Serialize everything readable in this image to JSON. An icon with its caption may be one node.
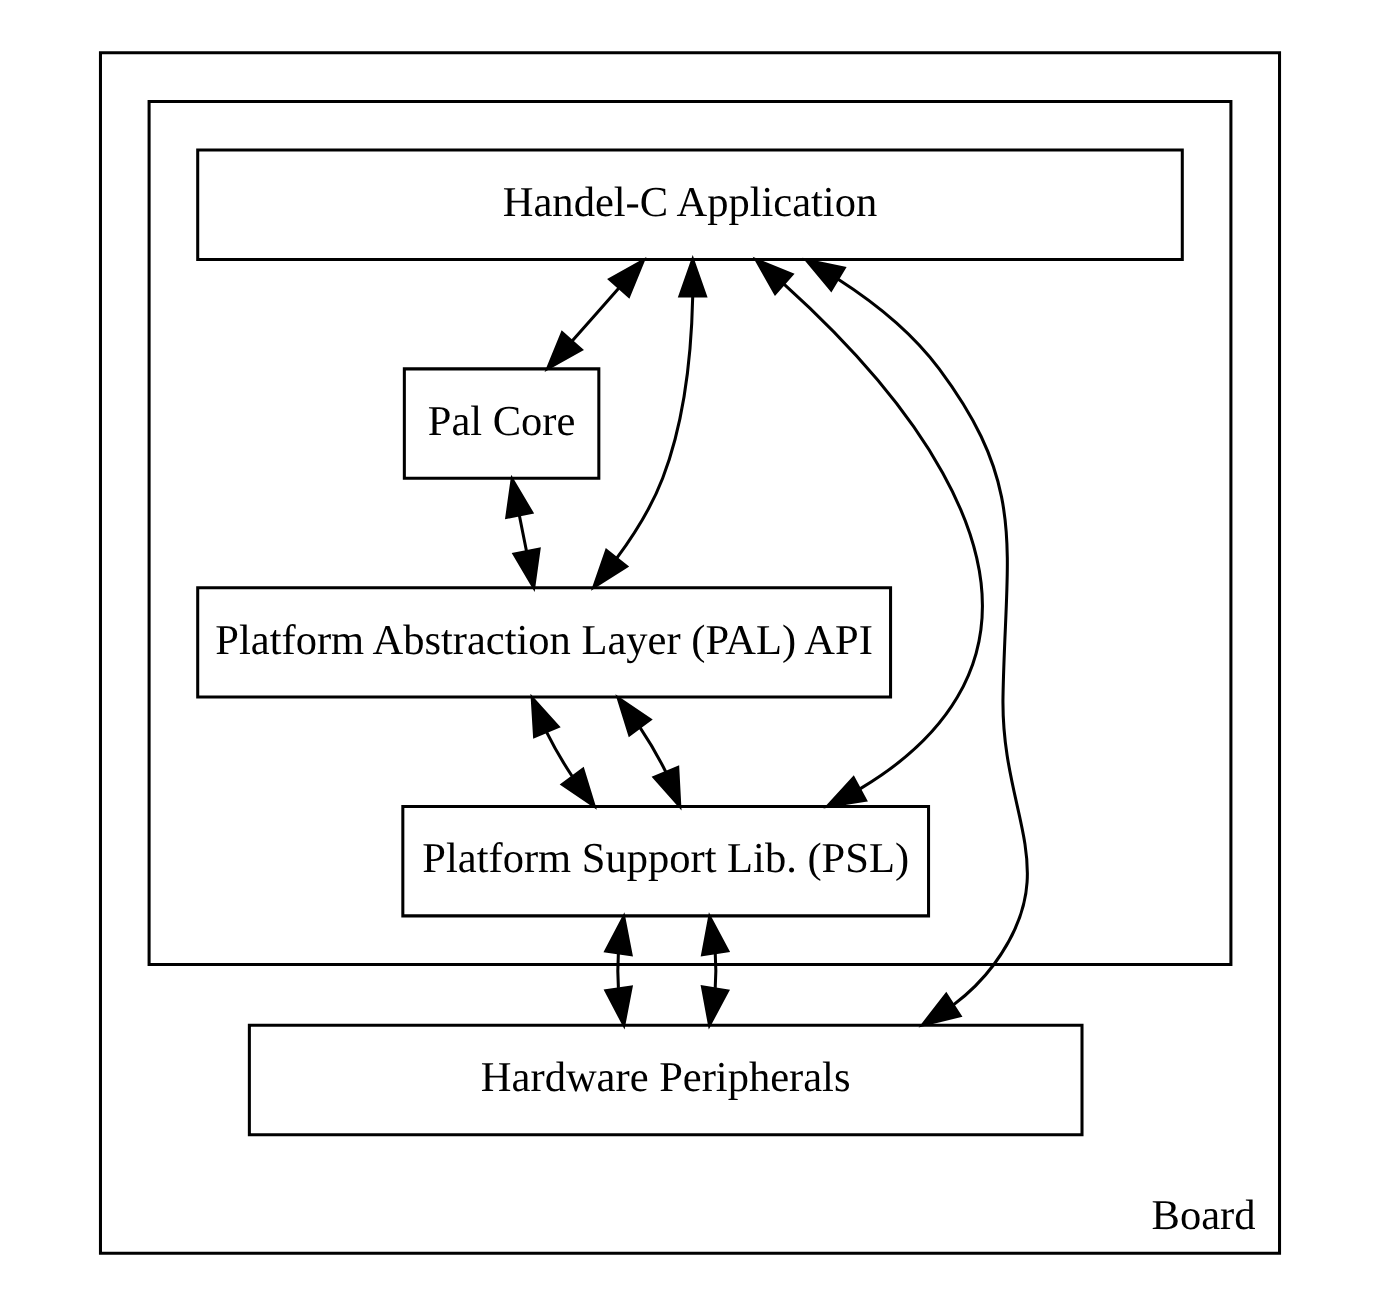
{
  "diagram": {
    "nodes": [
      {
        "text": [
          "Board"
        ]
      },
      {
        "text": [],
        "shape": "box",
        "in": 0
      },
      {
        "text": [
          "Handel-C Application"
        ],
        "in": 1
      },
      {
        "text": [
          "Pal Core"
        ],
        "in": 1
      },
      {
        "text": [
          "Platform Abstraction Layer (PAL) API"
        ],
        "in": 1
      },
      {
        "text": [
          "Platform Support Lib. (PSL)"
        ],
        "in": 1
      },
      {
        "text": [
          "Hardware Peripherals"
        ],
        "in": 0
      }
    ],
    "edges": [
      {
        "from": 2,
        "to": 3,
        "arrow": "both"
      },
      {
        "from": 2,
        "to": 4,
        "arrow": "both"
      },
      {
        "from": 2,
        "to": 5,
        "arrow": "both"
      },
      {
        "from": 2,
        "to": 6,
        "arrow": "both"
      },
      {
        "from": 3,
        "to": 4,
        "arrow": "both"
      },
      {
        "from": 4,
        "to": 5,
        "arrow": "both"
      },
      {
        "from": 4,
        "to": 5,
        "arrow": "both"
      },
      {
        "from": 5,
        "to": 6,
        "arrow": "both"
      },
      {
        "from": 5,
        "to": 6,
        "arrow": "both"
      }
    ]
  }
}
